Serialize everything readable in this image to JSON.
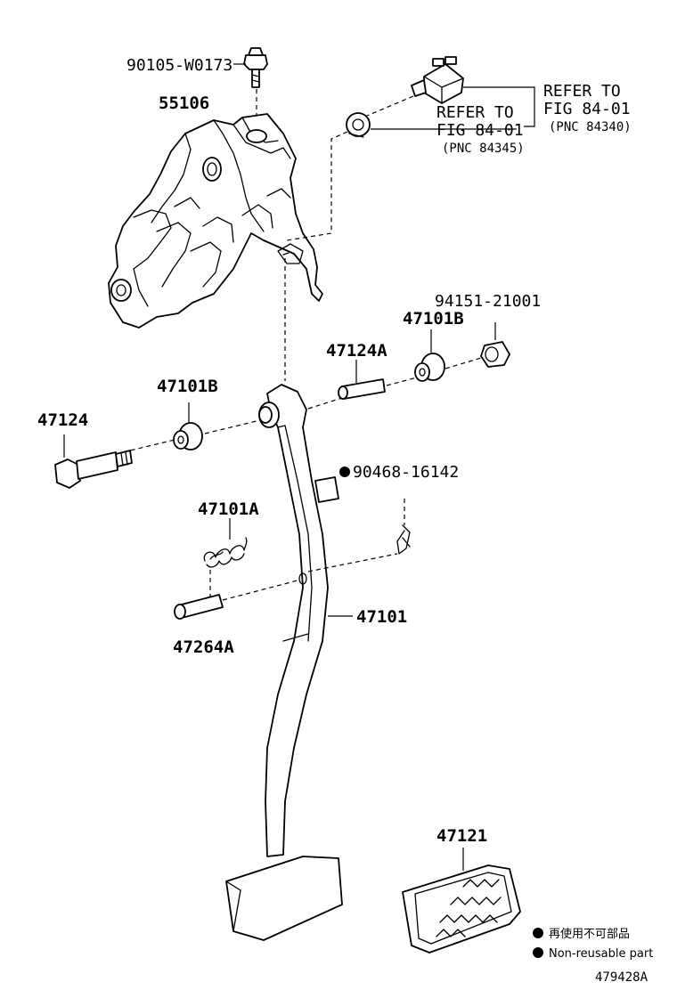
{
  "labels": {
    "p90105": "90105-W0173",
    "p55106": "55106",
    "ref1_a": "REFER TO",
    "ref1_b": "FIG 84-01",
    "ref1_c": "(PNC 84340)",
    "ref2_a": "REFER TO",
    "ref2_b": "FIG 84-01",
    "ref2_c": "(PNC 84345)",
    "p94151": "94151-21001",
    "p47101B_top": "47101B",
    "p47124A": "47124A",
    "p47101B_left": "47101B",
    "p47124": "47124",
    "p90468": "90468-16142",
    "p47101A": "47101A",
    "p47101": "47101",
    "p47264A": "47264A",
    "p47121": "47121"
  },
  "legend": {
    "line1": "再使用不可部品",
    "line2": "Non-reusable part"
  },
  "figure_id": "479428A"
}
